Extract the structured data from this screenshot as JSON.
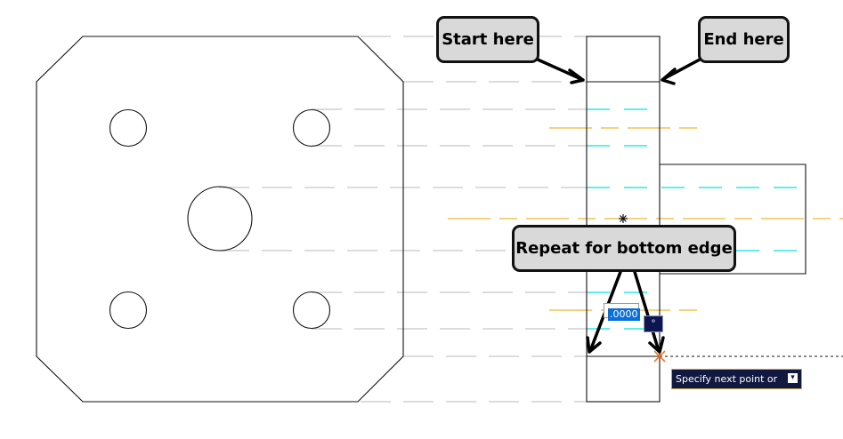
{
  "callouts": {
    "start": "Start here",
    "end": "End here",
    "repeat": "Repeat for bottom edge"
  },
  "dynamic_input": {
    "value": ".0000",
    "angle_icon": "angle-icon"
  },
  "tooltip": {
    "text": "Specify next point or",
    "options_icon": "options-dropdown-icon"
  },
  "colors": {
    "outline": "#111111",
    "gray_construction": "#c8c8c8",
    "cyan_construction": "#00e5e5",
    "orange_construction": "#f2b630",
    "tracking": "#111111",
    "snap_marker": "#f07a2a",
    "callout_fill": "#d9d9d9"
  }
}
